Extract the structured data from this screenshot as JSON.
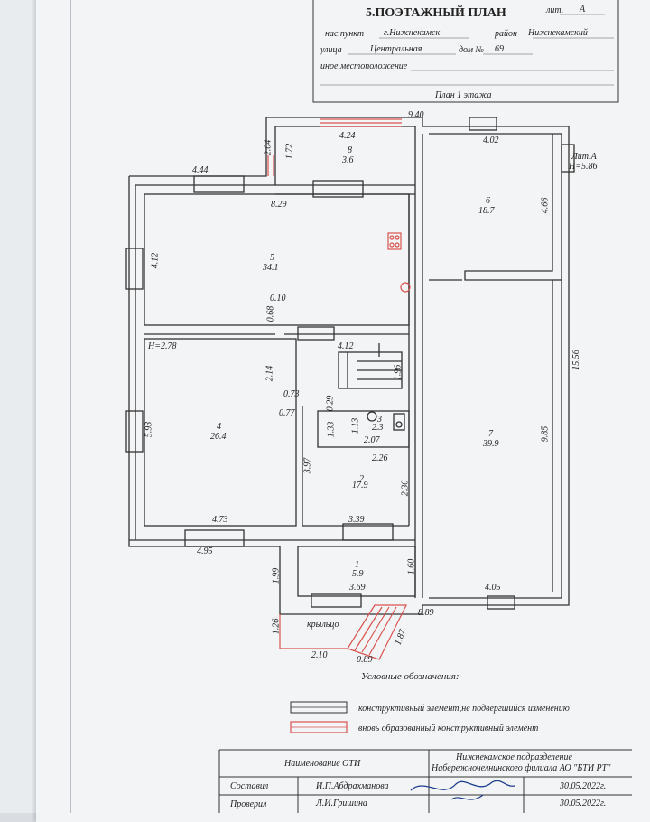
{
  "header": {
    "title": "5.ПОЭТАЖНЫЙ ПЛАН",
    "lit_label": "лит.",
    "lit_value": "А",
    "settlement_label": "нас.пункт",
    "settlement_value": "г.Нижнекамск",
    "district_label": "район",
    "district_value": "Нижнекамский",
    "street_label": "улица",
    "street_value": "Центральная",
    "house_label": "дом №",
    "house_value": "69",
    "other_location_label": "иное местоположение",
    "floor_plan_caption": "План 1 этажа"
  },
  "plan": {
    "lit_a": "Лит.А",
    "height_a": "H=5.86",
    "height_2": "H=2.78",
    "porch": "крыльцо",
    "rooms": [
      {
        "num": "8",
        "area": "3.6"
      },
      {
        "num": "5",
        "area": "34.1"
      },
      {
        "num": "6",
        "area": "18.7"
      },
      {
        "num": "4",
        "area": "26.4"
      },
      {
        "num": "3",
        "area": "2.3"
      },
      {
        "num": "2",
        "area": "17.9"
      },
      {
        "num": "7",
        "area": "39.9"
      },
      {
        "num": "1",
        "area": "5.9"
      }
    ],
    "dims": {
      "d940": "9.40",
      "d424": "4.24",
      "d204": "2.04",
      "d172": "1.72",
      "d402": "4.02",
      "d444": "4.44",
      "d829": "8.29",
      "d412a": "4.12",
      "d010": "0.10",
      "d068": "0.68",
      "d466": "4.66",
      "d1556": "15.56",
      "d412b": "4.12",
      "d214": "2.14",
      "d196": "1.96",
      "d073": "0.73",
      "d077": "0.77",
      "d029": "0.29",
      "d133": "1.33",
      "d113": "1.13",
      "d207": "2.07",
      "d593": "5.93",
      "d397": "3.97",
      "d226": "2.26",
      "d236": "2.36",
      "d985": "9.85",
      "d473": "4.73",
      "d339": "3.39",
      "d495": "4.95",
      "d199": "1.99",
      "d160": "1.60",
      "d369": "3.69",
      "d405": "4.05",
      "d889": "8.89",
      "d126": "1.26",
      "d187": "1.87",
      "d210": "2.10",
      "d089": "0.89"
    }
  },
  "legend": {
    "title": "Условные обозначения:",
    "item1": "конструктивный элемент,не подвергшийся изменению",
    "item2": "вновь образованный конструктивный элемент",
    "color_existing": "#333333",
    "color_new": "#d9534f"
  },
  "footer": {
    "oti_label": "Наименование ОТИ",
    "org_line1": "Нижнекамское подразделение",
    "org_line2": "Набережночелнинского филиала АО \"БТИ РТ\"",
    "compiled_label": "Составил",
    "compiled_name": "И.П.Абдрахманова",
    "compiled_date": "30.05.2022г.",
    "checked_label": "Проверил",
    "checked_name": "Л.И.Гришина",
    "checked_date": "30.05.2022г."
  }
}
